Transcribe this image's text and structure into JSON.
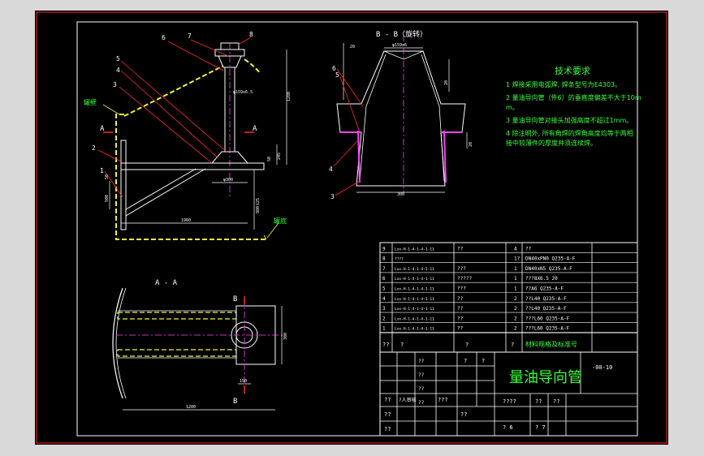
{
  "colors": {
    "background": "#000000",
    "frame": "#ff2a2a",
    "lines": "#ffffff",
    "yellow": "#f2f23a",
    "green": "#38ff38",
    "cyan": "#33d6ff",
    "magenta": "#ff40ff",
    "outer": "#d9d9d9"
  },
  "views": {
    "section_bb": "B - B（旋转）",
    "section_aa": "A - A",
    "mark_a_left": "A",
    "mark_a_right": "A",
    "mark_b_top": "B",
    "mark_b_bottom": "B",
    "wall_top": "罐壁",
    "wall_bottom": "罐底"
  },
  "balloons": {
    "front": [
      "6",
      "7",
      "8",
      "5",
      "4",
      "3",
      "2",
      "1"
    ],
    "section": [
      "6",
      "5",
      "4",
      "3"
    ]
  },
  "dimensions": {
    "front_pipe": "φ159x6.5",
    "front_h1": "1280",
    "front_h2": "245",
    "front_h3": "50",
    "front_h4": "125",
    "front_h5": "980",
    "front_base": "φ300",
    "front_width": "1960",
    "front_left1": "50",
    "front_left2": "500",
    "sec_top": "φ159x6",
    "sec_w1": "20",
    "sec_w2": "20",
    "sec_w3": "20",
    "sec_bottom": "300",
    "aa_width": "1200",
    "aa_gap": "150",
    "aa_height": "300"
  },
  "tech_requirements": {
    "title": "技术要求",
    "items": [
      "1  焊接采用电弧焊, 焊条型号为E4303。",
      "2  量油导向管（件6）的垂直度偏差不大于10m",
      "   m。",
      "3  量油导向管对接头加强高度不超过1mm。",
      "4  除注明外, 所有角焊的焊角高度均等于两相",
      "   接中较薄件的厚度并须连续焊。"
    ]
  },
  "parts_list": {
    "rows": [
      {
        "no": "9",
        "code": "Lxx-H-1-4-1-4-1-11",
        "name": "??",
        "qty": "4",
        "mat": "??"
      },
      {
        "no": "8",
        "code": "????",
        "name": "",
        "qty": "1?",
        "mat": "DN40xPN0 Q235-A-F"
      },
      {
        "no": "7",
        "code": "Lxx-H-1-4-1-4-1-11",
        "name": "???",
        "qty": "1",
        "mat": "DN40xN5 Q235-A-F"
      },
      {
        "no": "6",
        "code": "Lxx-H-1-4-1-4-1-11",
        "name": "?????",
        "qty": "1",
        "mat": "???8X6.5 20"
      },
      {
        "no": "5",
        "code": "Lxx-H-1-4-1-4-1-11",
        "name": "???",
        "qty": "1",
        "mat": "??A6 Q235-A-F"
      },
      {
        "no": "4",
        "code": "Lxx-H-1-4-1-4-1-11",
        "name": "??",
        "qty": "2",
        "mat": "??L40 Q235-A-F"
      },
      {
        "no": "3",
        "code": "Lxx-H-1-4-1-4-1-11",
        "name": "??",
        "qty": "2",
        "mat": "??L40 Q235-A-F"
      },
      {
        "no": "2",
        "code": "Lxx-H-1-4-1-4-1-11",
        "name": "??",
        "qty": "2",
        "mat": "???L60 Q235-A-F"
      },
      {
        "no": "1",
        "code": "Lxx-H-1-4-1-4-1-11",
        "name": "??",
        "qty": "2",
        "mat": "???L60 Q235-A-F"
      }
    ],
    "header": {
      "no": "??",
      "code": "?",
      "name": "?",
      "qty": "?",
      "mat": "材料规格及标准号"
    }
  },
  "title_block": {
    "title": "量油导向管",
    "drawing_no": "-00-10",
    "cell_a": "?",
    "cell_b": "?",
    "cell_c": "??",
    "cell_d": "??",
    "cell_e": "????",
    "cell_f": "??",
    "cell_g": "??",
    "cell_h": "??",
    "cell_i": "?人审核",
    "cell_j": "???",
    "cell_k": "??",
    "cell_l": "? 6",
    "cell_m": "? 7",
    "left_col": [
      "??",
      "??",
      "??",
      "??"
    ]
  }
}
